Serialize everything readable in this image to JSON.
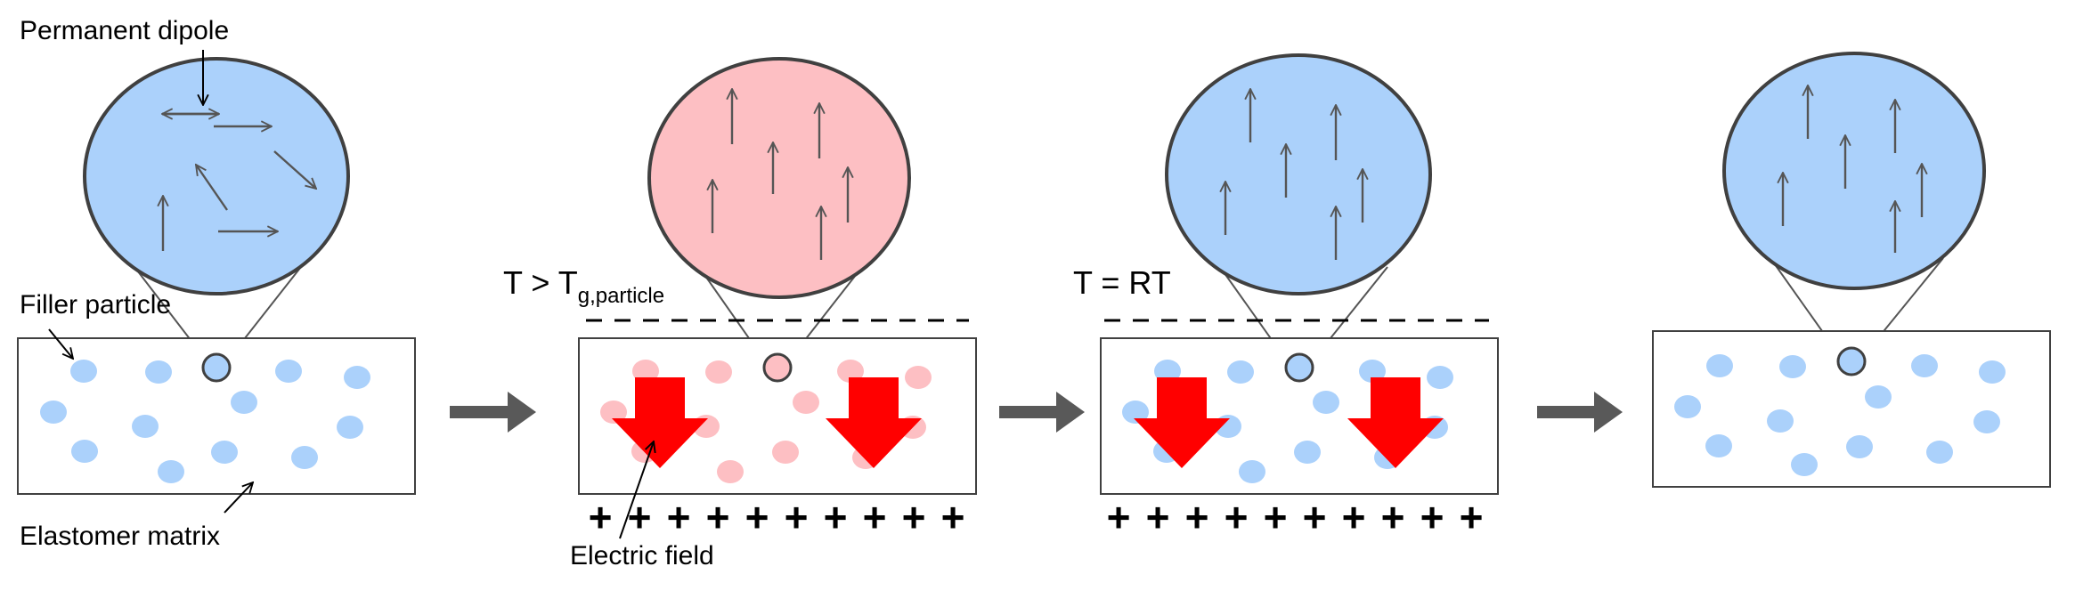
{
  "labels": {
    "permanent_dipole": "Permanent dipole",
    "filler_particle": "Filler particle",
    "elastomer_matrix": "Elastomer matrix",
    "electric_field": "Electric field"
  },
  "conditions": {
    "heating_main": "T > T",
    "heating_sub": "g,particle",
    "cooling": "T = RT"
  },
  "electrode_sign": "+",
  "colors": {
    "blue_fill": "#abd1fb",
    "pink_fill": "#fdbfc3",
    "red_arrow": "#ff0000",
    "process_arrow": "#595959",
    "outline": "#404040",
    "dipole_arrow": "#595959"
  }
}
